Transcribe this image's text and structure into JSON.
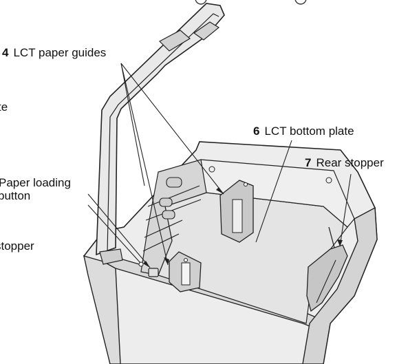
{
  "labels": {
    "lct_paper_guides": {
      "num": "4",
      "text": "LCT paper guides"
    },
    "lct_bottom_plate": {
      "num": "6",
      "text": "LCT bottom plate"
    },
    "rear_stopper": {
      "num": "7",
      "text": "Rear stopper"
    },
    "paper_loading_button": {
      "line1": "Paper loading",
      "line2": "button"
    },
    "left_cut_te": {
      "text": "te"
    },
    "left_cut_stopper": {
      "text": "stopper"
    }
  },
  "colors": {
    "line": "#222222",
    "body_fill": "#e6e6e6",
    "light_fill": "#f2f2f2",
    "dark_fill": "#b9b9b9"
  }
}
